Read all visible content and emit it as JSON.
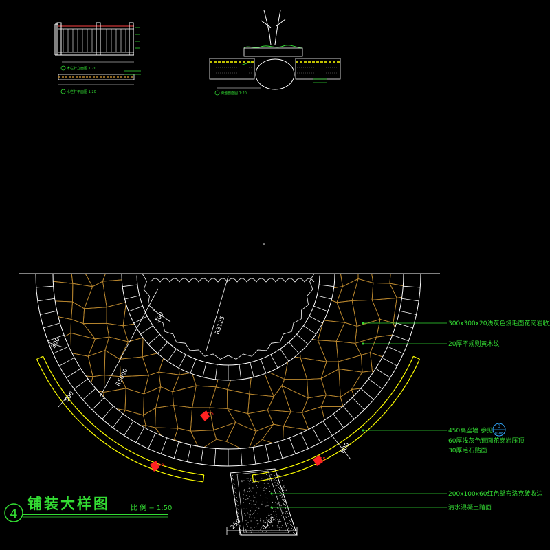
{
  "drawing": {
    "title": "铺装大样图",
    "scale": "比 例 = 1:50",
    "detail_number": "4"
  },
  "annotations": [
    "300x300x20浅灰色烧毛面花岗岩收边",
    "20厚不规则黄木纹",
    "450高座墙 参见",
    "60厚浅灰色荒面花岗岩压顶",
    "30厚毛石贴面",
    "200x100x60红色舒布洛克砖收边",
    "清水混凝土踏面"
  ],
  "reference_bubble": {
    "top": "3",
    "bottom": "JT-08"
  },
  "dimensions": {
    "inner_edge_width": "300",
    "outer_edge_width": "300",
    "wall_width": "500",
    "inner_radius": "R3125",
    "outer_radius": "R5000",
    "wall_right_width": "800",
    "path_edge": "250",
    "path_width": "1200"
  },
  "markers": [
    "55",
    "55",
    "55"
  ],
  "thumbnails": {
    "left_caption_1": "木栏杆立面图 1:20",
    "left_caption_2": "木栏杆平面图 1:20",
    "right_caption": "树池剖面图 1:20"
  },
  "colors": {
    "background": "#000000",
    "outline": "#ffffff",
    "stone": "#b8862e",
    "wall": "#ffff00",
    "annotation": "#33dd33",
    "marker": "#ff2222",
    "bubble": "#33aaff"
  }
}
